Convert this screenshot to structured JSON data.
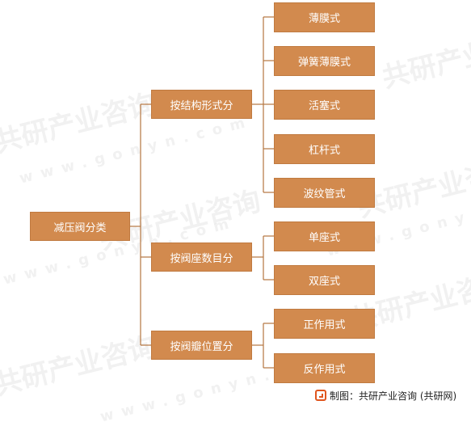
{
  "diagram": {
    "root": "减压阀分类",
    "groups": [
      {
        "label": "按结构形式分",
        "items": [
          "薄膜式",
          "弹簧薄膜式",
          "活塞式",
          "杠杆式",
          "波纹管式"
        ]
      },
      {
        "label": "按阀座数目分",
        "items": [
          "单座式",
          "双座式"
        ]
      },
      {
        "label": "按阀瓣位置分",
        "items": [
          "正作用式",
          "反作用式"
        ]
      }
    ]
  },
  "watermark": {
    "text": "共研产业咨询",
    "url": "www.gonyn.com"
  },
  "caption": {
    "text": "制图：共研产业咨询 (共研网)"
  },
  "colors": {
    "box": "#d28a4e",
    "line": "#b5763f",
    "logo": "#e0561f"
  }
}
